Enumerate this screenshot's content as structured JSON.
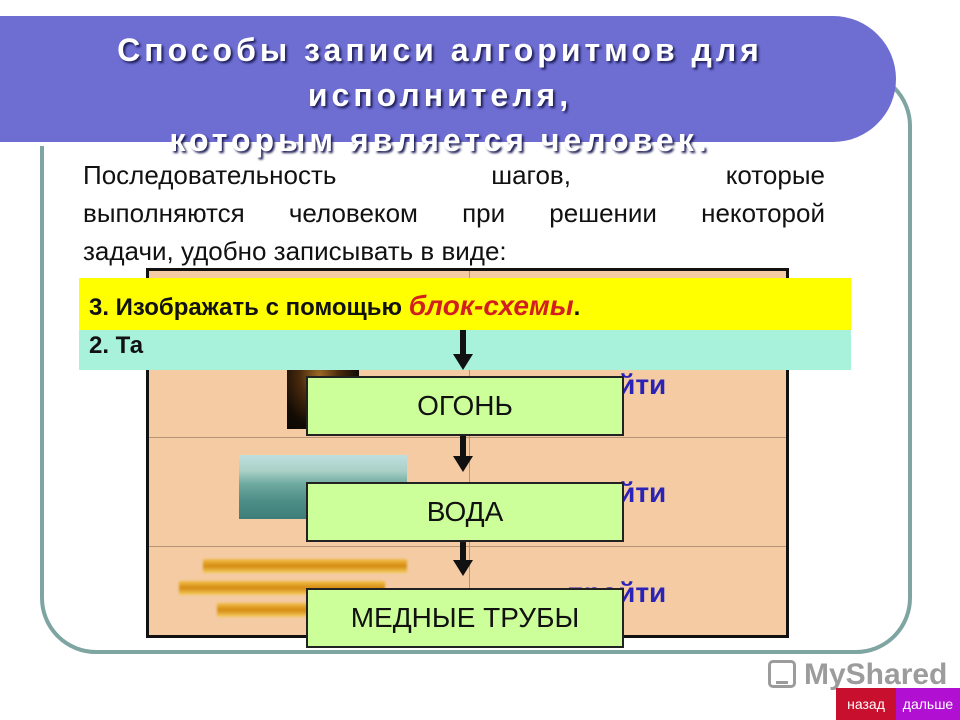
{
  "title": {
    "line1": "Способы записи алгоритмов для исполнителя,",
    "line2": "которым является человек."
  },
  "intro": {
    "line1": "Последовательность шагов, которые",
    "line2": "выполняются человеком при решении некоторой",
    "line3": "задачи, удобно записывать в виде:"
  },
  "table": {
    "row_labels": [
      "пройти",
      "пройти",
      "пройти"
    ]
  },
  "teal_bar": {
    "text": "2. Та"
  },
  "yellow_bar": {
    "prefix": "3. Изображать с помощью ",
    "accent": "блок-схемы",
    "suffix": "."
  },
  "flowchart": {
    "steps": [
      "ОГОНЬ",
      "ВОДА",
      "МЕДНЫЕ ТРУБЫ"
    ]
  },
  "logo": {
    "text": "MyShared"
  },
  "nav": {
    "back_label": "назад",
    "next_label": "дальше"
  },
  "colors": {
    "title_band": "#6d6dd2",
    "frame_border": "#7ea5a1",
    "table_bg": "#f4cba2",
    "yellow_bar": "#ffff00",
    "teal_bar": "#a8f2dc",
    "flow_box": "#ccff99",
    "accent_text": "#d21f1f",
    "go_text": "#2b22b8",
    "nav_back": "#c8102e",
    "nav_next": "#b10fd1"
  }
}
